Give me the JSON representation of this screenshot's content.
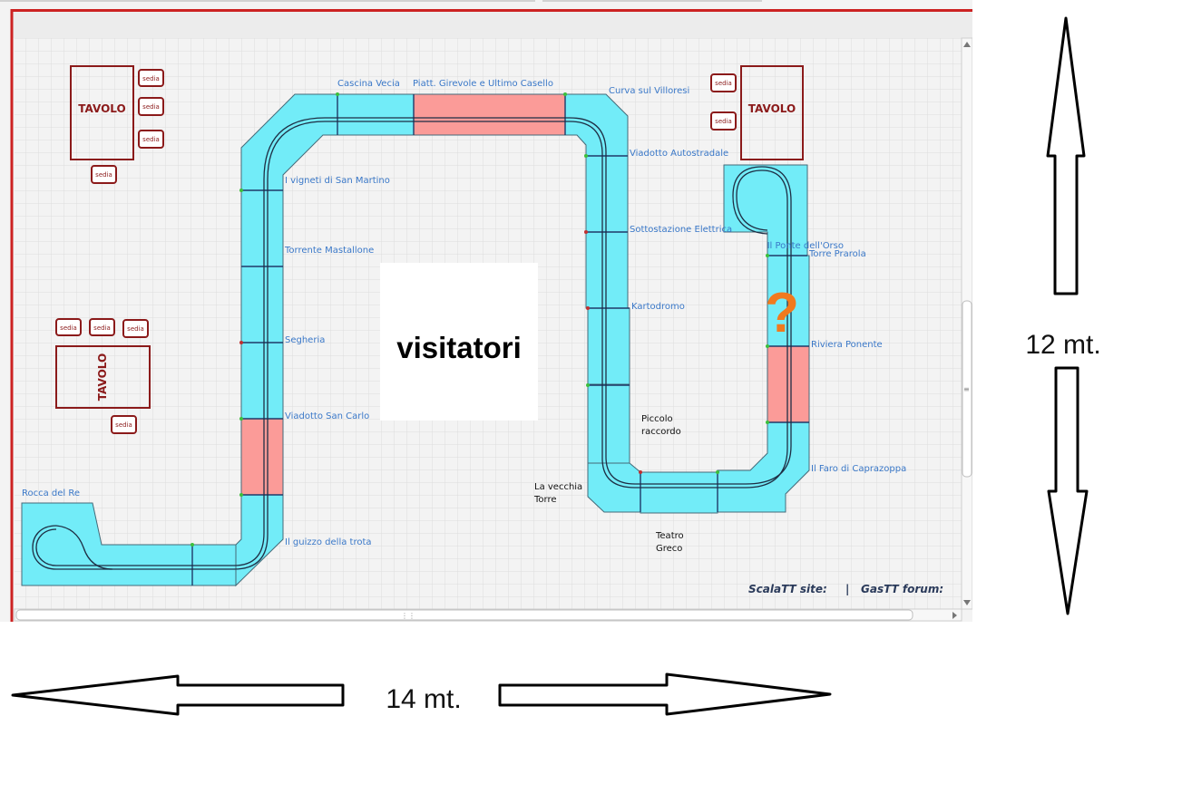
{
  "tables": [
    {
      "label": "TAVOLO",
      "orientation": "horizontal",
      "chairs": [
        "sedia",
        "sedia",
        "sedia",
        "sedia"
      ]
    },
    {
      "label": "TAVOLO",
      "orientation": "horizontal",
      "chairs": [
        "sedia",
        "sedia"
      ]
    },
    {
      "label": "TAVOLO",
      "orientation": "vertical",
      "chairs": [
        "sedia",
        "sedia",
        "sedia",
        "sedia"
      ]
    }
  ],
  "sections": {
    "rocca": "Rocca del Re",
    "guizzo": "Il guizzo della trota",
    "viadotto_sc": "Viadotto San Carlo",
    "segheria": "Segheria",
    "torrente": "Torrente Mastallone",
    "vigneti": "I vigneti di San Martino",
    "cascina": "Cascina Vecia",
    "piatt": "Piatt. Girevole e Ultimo Casello",
    "curva": "Curva sul Villoresi",
    "viadotto_auto": "Viadotto Autostradale",
    "sottostazione": "Sottostazione Elettrica",
    "kartodromo": "Kartodromo",
    "orso": "Il Ponte dell'Orso",
    "prarola": "Torre Prarola",
    "riviera": "Riviera Ponente",
    "faro": "Il Faro di Caprazoppa"
  },
  "notes": {
    "piccolo_1": "Piccolo",
    "piccolo_2": "raccordo",
    "vecchia_1": "La vecchia",
    "vecchia_2": "Torre",
    "teatro_1": "Teatro",
    "teatro_2": "Greco"
  },
  "center_label": "visitatori",
  "question_mark": "?",
  "footer": {
    "scala": "ScalaTT site:",
    "separator": "|",
    "gastt": "GasTT forum:"
  },
  "dimensions": {
    "height": "12 mt.",
    "width": "14 mt."
  },
  "colors": {
    "track": "#72ecf8",
    "highlight": "#fb9b98",
    "frame": "#cc2222",
    "furniture": "#8b1a1a",
    "label": "#3a78c8",
    "question": "#f07a1e"
  }
}
